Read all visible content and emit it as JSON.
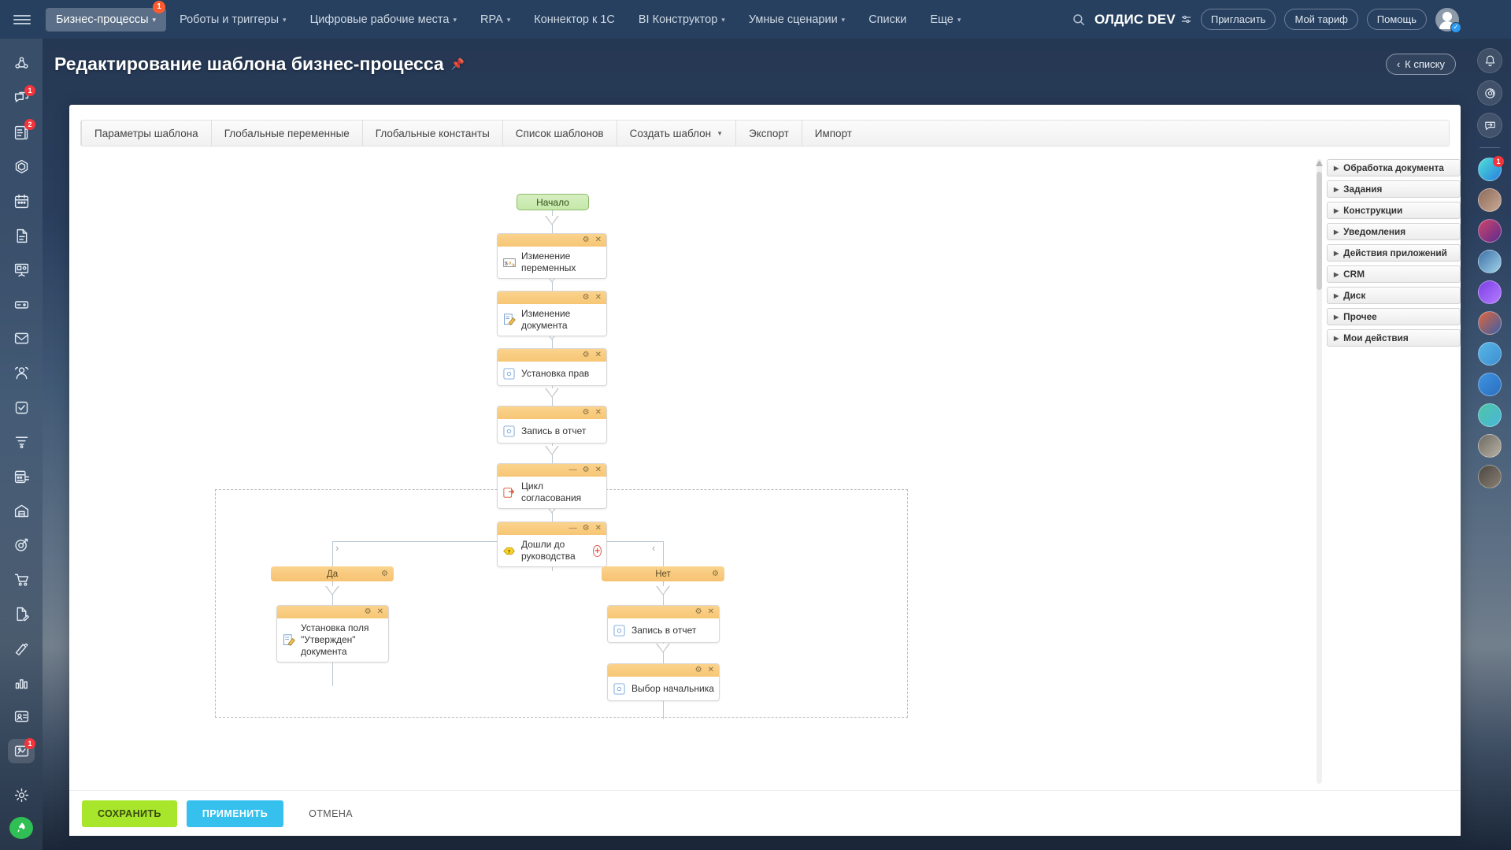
{
  "topnav": {
    "menu_icon": "hamburger-icon",
    "items": [
      {
        "label": "Бизнес-процессы",
        "caret": true,
        "active": true,
        "badge": "1"
      },
      {
        "label": "Роботы и триггеры",
        "caret": true,
        "active": false,
        "badge": null
      },
      {
        "label": "Цифровые рабочие места",
        "caret": true,
        "active": false,
        "badge": null
      },
      {
        "label": "RPA",
        "caret": true,
        "active": false,
        "badge": null
      },
      {
        "label": "Коннектор к 1С",
        "caret": false,
        "active": false,
        "badge": null
      },
      {
        "label": "BI Конструктор",
        "caret": true,
        "active": false,
        "badge": null
      },
      {
        "label": "Умные сценарии",
        "caret": true,
        "active": false,
        "badge": null
      },
      {
        "label": "Списки",
        "caret": false,
        "active": false,
        "badge": null
      },
      {
        "label": "Еще",
        "caret": true,
        "active": false,
        "badge": null
      }
    ],
    "search_icon": "search-icon",
    "brand": "ОЛДИС DEV",
    "brand_icon": "sliders-icon",
    "buttons": [
      {
        "label": "Пригласить"
      },
      {
        "label": "Мой тариф"
      },
      {
        "label": "Помощь"
      }
    ],
    "avatar_check": "✓"
  },
  "leftrail": {
    "items": [
      {
        "icon": "network-icon",
        "badge": null,
        "selected": false
      },
      {
        "icon": "chat-icon",
        "badge": "1",
        "selected": false
      },
      {
        "icon": "news-feed-icon",
        "badge": "2",
        "selected": false
      },
      {
        "icon": "hexagon-icon",
        "badge": null,
        "selected": false
      },
      {
        "icon": "calendar-icon",
        "badge": null,
        "selected": false
      },
      {
        "icon": "document-icon",
        "badge": null,
        "selected": false
      },
      {
        "icon": "presentation-icon",
        "badge": null,
        "selected": false
      },
      {
        "icon": "drive-icon",
        "badge": null,
        "selected": false
      },
      {
        "icon": "mail-icon",
        "badge": null,
        "selected": false
      },
      {
        "icon": "contacts-icon",
        "badge": null,
        "selected": false
      },
      {
        "icon": "tasks-icon",
        "badge": null,
        "selected": false
      },
      {
        "icon": "funnel-icon",
        "badge": null,
        "selected": false
      },
      {
        "icon": "planner-icon",
        "badge": null,
        "selected": false
      },
      {
        "icon": "warehouse-icon",
        "badge": null,
        "selected": false
      },
      {
        "icon": "target-icon",
        "badge": null,
        "selected": false
      },
      {
        "icon": "cart-icon",
        "badge": null,
        "selected": false
      },
      {
        "icon": "signature-icon",
        "badge": null,
        "selected": false
      },
      {
        "icon": "pen-icon",
        "badge": null,
        "selected": false
      },
      {
        "icon": "chart-icon",
        "badge": null,
        "selected": false
      },
      {
        "icon": "id-card-icon",
        "badge": null,
        "selected": false
      },
      {
        "icon": "automation-icon",
        "badge": "1",
        "selected": true
      }
    ],
    "settings_icon": "gear-icon",
    "rocket_icon": "rocket-icon"
  },
  "rightrail": {
    "top_icons": [
      {
        "icon": "bell-icon"
      },
      {
        "icon": "pulse-icon"
      },
      {
        "icon": "chat-transfer-icon"
      }
    ],
    "avatars": [
      {
        "name": "bot-avatar",
        "badge": "1"
      },
      {
        "name": "user-avatar-1",
        "badge": null
      },
      {
        "name": "user-avatar-2",
        "badge": null
      },
      {
        "name": "user-avatar-3",
        "badge": null
      },
      {
        "name": "user-avatar-4",
        "badge": null
      },
      {
        "name": "user-avatar-5",
        "badge": null
      },
      {
        "name": "chat-group-avatar",
        "badge": null
      },
      {
        "name": "bookmark-avatar",
        "badge": null
      },
      {
        "name": "docs-avatar",
        "badge": null
      },
      {
        "name": "user-avatar-6",
        "badge": null
      },
      {
        "name": "user-avatar-7",
        "badge": null
      }
    ]
  },
  "page": {
    "title": "Редактирование шаблона бизнес-процесса",
    "pin_icon": "pin-icon",
    "back_label": "К списку",
    "back_icon": "chevron-left-icon"
  },
  "tabs": [
    {
      "label": "Параметры шаблона",
      "caret": false
    },
    {
      "label": "Глобальные переменные",
      "caret": false
    },
    {
      "label": "Глобальные константы",
      "caret": false
    },
    {
      "label": "Список шаблонов",
      "caret": false
    },
    {
      "label": "Создать шаблон",
      "caret": true
    },
    {
      "label": "Экспорт",
      "caret": false
    },
    {
      "label": "Импорт",
      "caret": false
    }
  ],
  "flow": {
    "start_label": "Начало",
    "nodes": [
      {
        "id": "n1",
        "label": "Изменение переменных",
        "icon": "variables-icon",
        "collapse": false,
        "gear": "⚙",
        "close": "✕"
      },
      {
        "id": "n2",
        "label": "Изменение документа",
        "icon": "edit-doc-icon",
        "collapse": false,
        "gear": "⚙",
        "close": "✕"
      },
      {
        "id": "n3",
        "label": "Установка прав",
        "icon": "square-icon",
        "collapse": false,
        "gear": "⚙",
        "close": "✕"
      },
      {
        "id": "n4",
        "label": "Запись в отчет",
        "icon": "square-icon",
        "collapse": false,
        "gear": "⚙",
        "close": "✕"
      },
      {
        "id": "n5",
        "label": "Цикл согласования",
        "icon": "loop-icon",
        "collapse": true,
        "gear": "⚙",
        "close": "✕"
      },
      {
        "id": "n6",
        "label": "Дошли до руководства",
        "icon": "condition-icon",
        "collapse": true,
        "gear": "⚙",
        "close": "✕",
        "plus": "+"
      }
    ],
    "branch_yes": "Да",
    "branch_no": "Нет",
    "yes_node": {
      "label_line1": "Установка поля",
      "label_line2": "\"Утвержден\" документа",
      "icon": "edit-doc-icon"
    },
    "no_node_1": {
      "label": "Запись в отчет",
      "icon": "square-icon"
    },
    "no_node_2": {
      "label": "Выбор начальника",
      "icon": "square-icon"
    }
  },
  "palette": {
    "items": [
      {
        "label": "Обработка документа"
      },
      {
        "label": "Задания"
      },
      {
        "label": "Конструкции"
      },
      {
        "label": "Уведомления"
      },
      {
        "label": "Действия приложений"
      },
      {
        "label": "CRM"
      },
      {
        "label": "Диск"
      },
      {
        "label": "Прочее"
      },
      {
        "label": "Мои действия"
      }
    ]
  },
  "footer": {
    "save": "СОХРАНИТЬ",
    "apply": "ПРИМЕНИТЬ",
    "cancel": "ОТМЕНА"
  },
  "colors": {
    "topbar": "#27405f",
    "accent_save": "#a8e62b",
    "accent_apply": "#35c0ee",
    "node_header": "#f6c675",
    "badge": "#f4343b"
  }
}
